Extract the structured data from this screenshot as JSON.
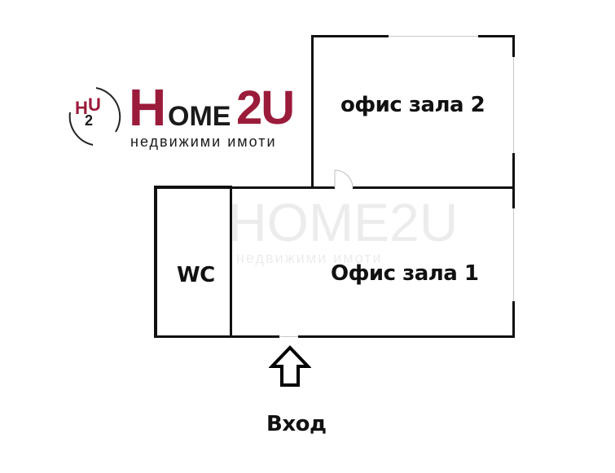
{
  "logo": {
    "badge_h": "H",
    "badge_u": "U",
    "badge_2": "2",
    "brand_h": "H",
    "brand_ome": "OME",
    "brand_2u": "2U",
    "tagline": "недвижими имоти",
    "brand_color": "#9b1b3a",
    "dark_color": "#1a1a1a"
  },
  "watermark": {
    "brand": "HOME2U",
    "tagline": "недвижими имоти"
  },
  "rooms": {
    "office2": "офис зала 2",
    "office1": "Офис зала 1",
    "wc": "WC"
  },
  "entrance": {
    "label": "Вход",
    "icon": "arrow-up-icon"
  }
}
